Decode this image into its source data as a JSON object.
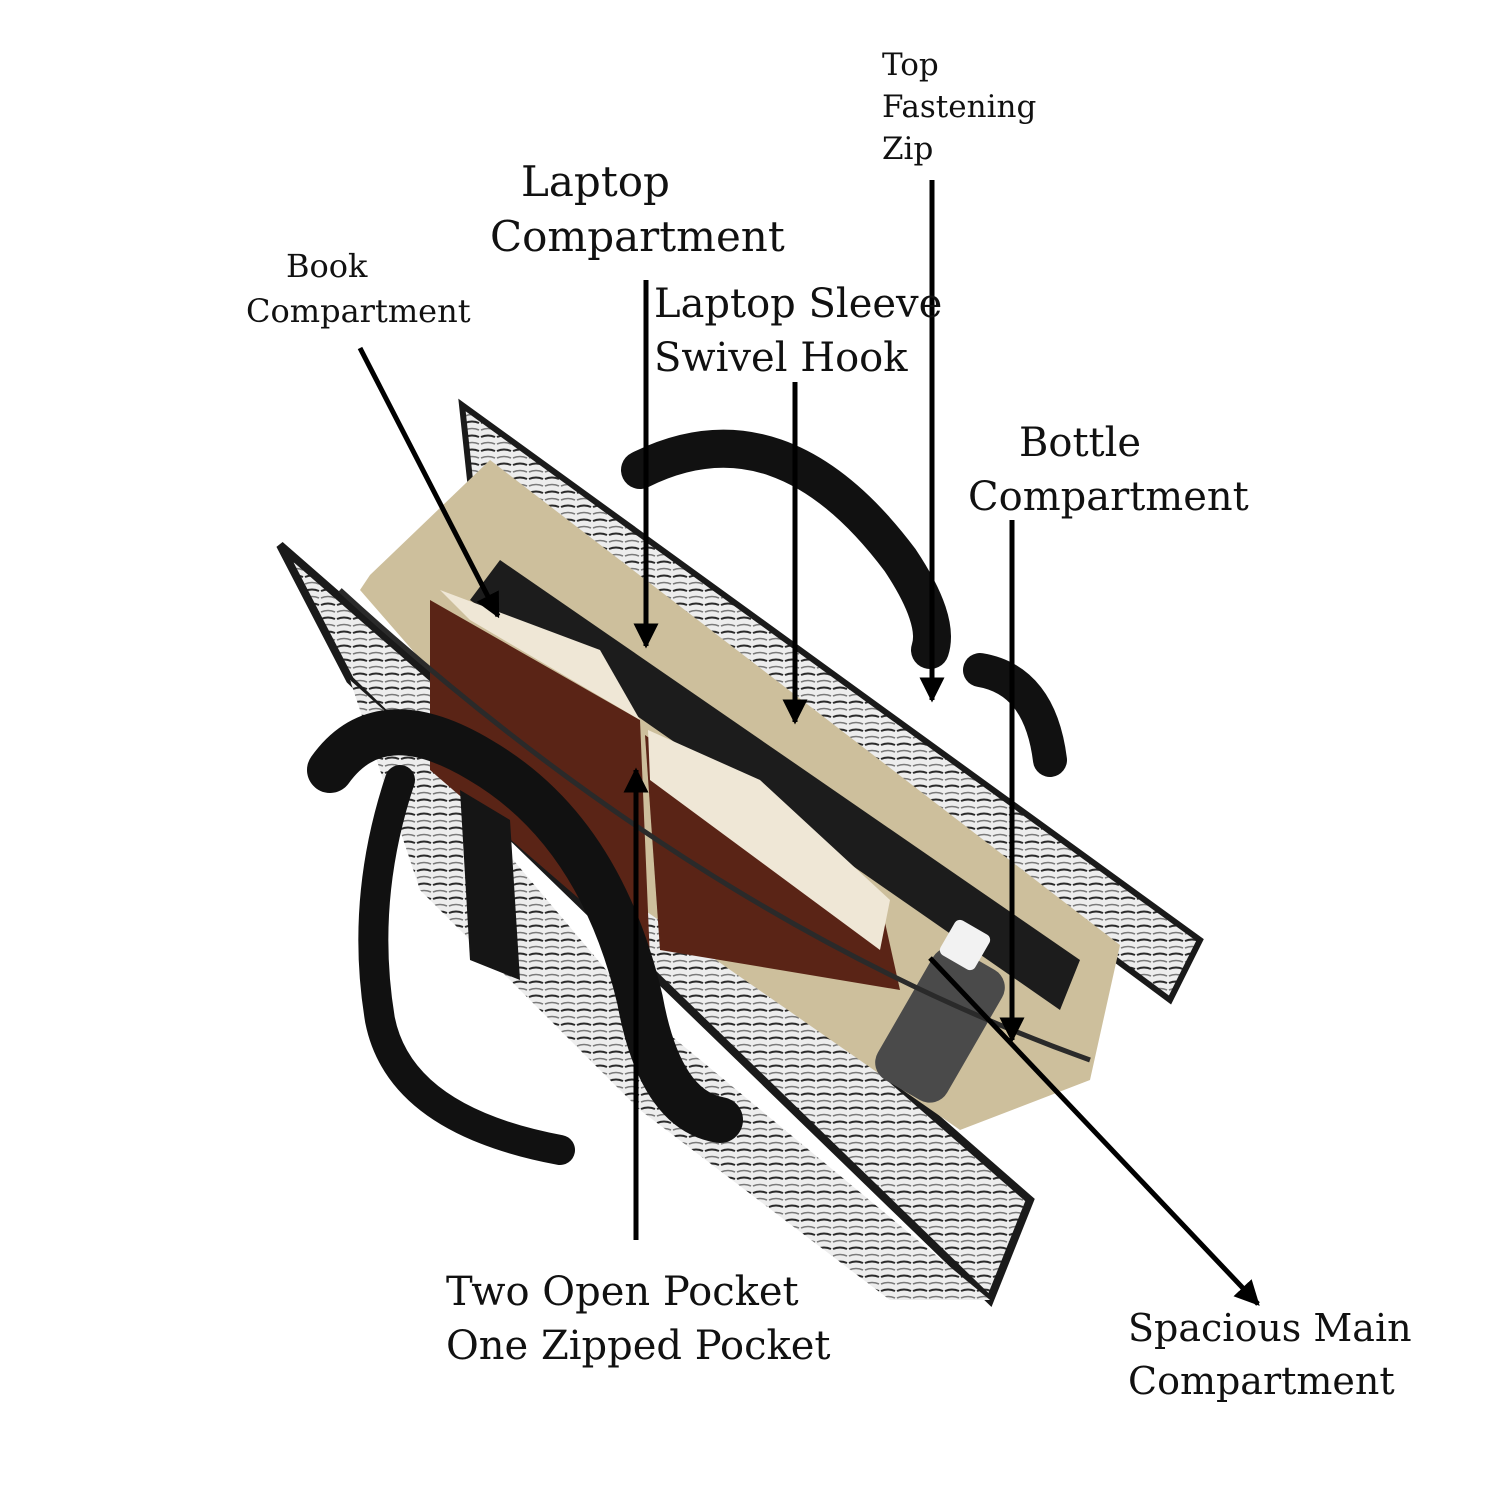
{
  "callouts": {
    "top_fastening_zip": [
      "Top",
      "Fastening",
      "Zip"
    ],
    "laptop_compartment": [
      "Laptop",
      "Compartment"
    ],
    "book_compartment": [
      "Book",
      "Compartment"
    ],
    "laptop_sleeve_swivel_hook": [
      "Laptop Sleeve",
      "Swivel Hook"
    ],
    "bottle_compartment": [
      "Bottle",
      "Compartment"
    ],
    "pockets": [
      "Two Open Pocket",
      "One Zipped Pocket"
    ],
    "spacious_main_compartment": [
      "Spacious Main",
      "Compartment"
    ]
  },
  "colors": {
    "background": "#ffffff",
    "arrow": "#000000",
    "lining": "#cdbf9c",
    "webbing": "#111111",
    "leather": "#5a2416",
    "pages": "#efe7d6"
  }
}
